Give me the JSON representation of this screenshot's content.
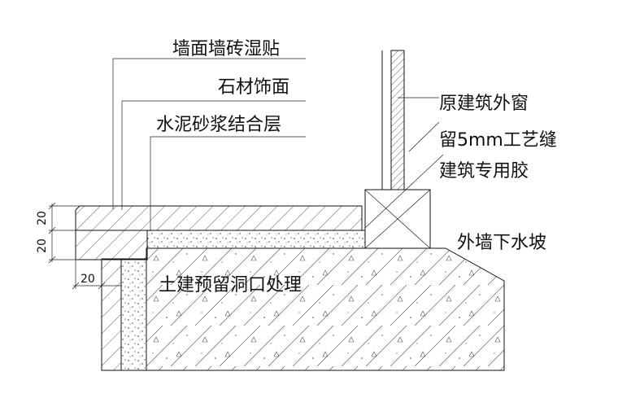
{
  "labels": {
    "wall_tile": "墙面墙砖湿贴",
    "stone_finish": "石材饰面",
    "mortar_layer": "水泥砂浆结合层",
    "original_window": "原建筑外窗",
    "gap_note": "留5mm工艺缝",
    "sealant": "建筑专用胶",
    "exterior_slope": "外墙下水坡",
    "opening_treatment": "土建预留洞口处理"
  },
  "dimensions": {
    "top_layer": "20",
    "second_layer": "20",
    "side_offset": "20"
  }
}
